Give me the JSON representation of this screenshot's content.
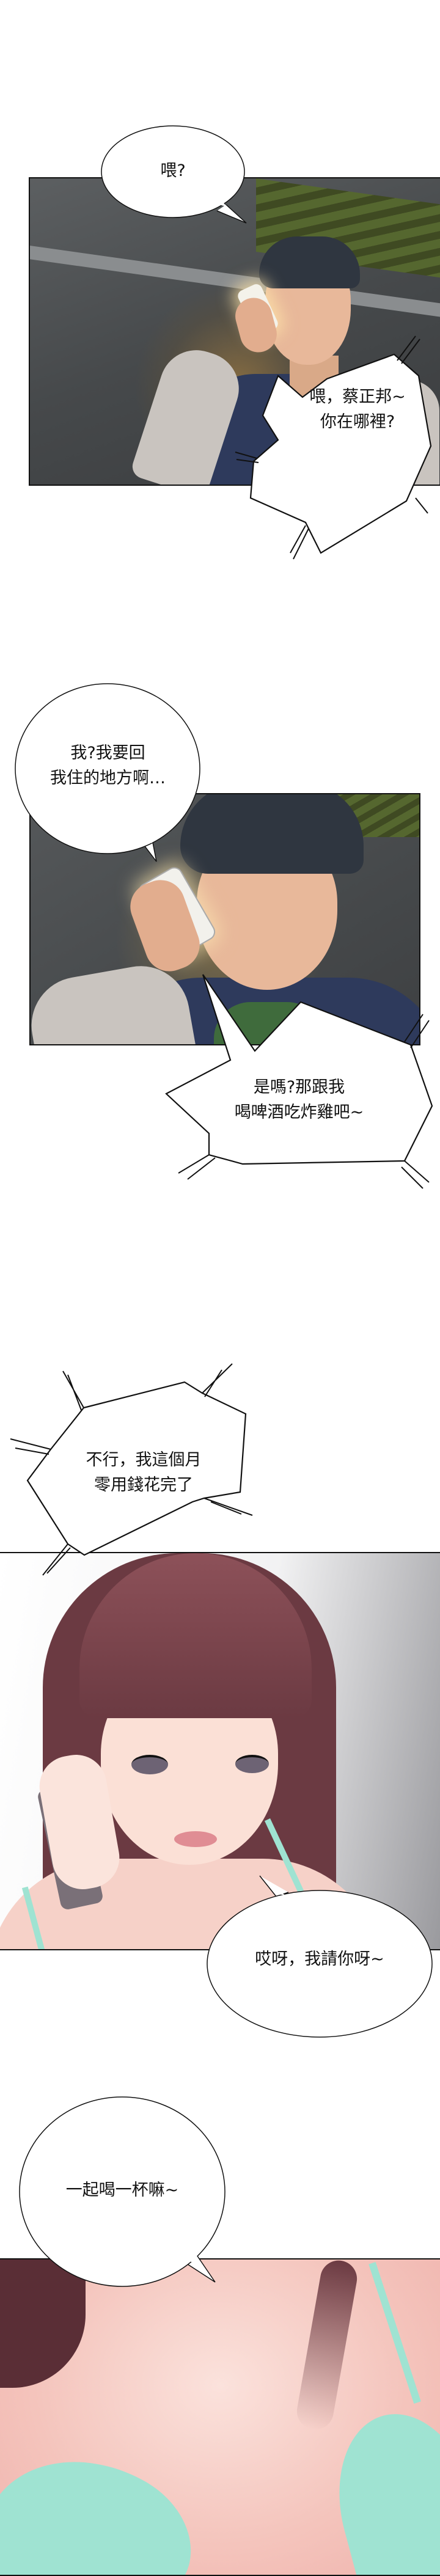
{
  "comic": {
    "panels": [
      {
        "id": 1,
        "scene": "young man in varsity jacket on phone, concrete wall background"
      },
      {
        "id": 2,
        "scene": "close-up of young man on phone, surprised"
      },
      {
        "id": 3,
        "scene": "young woman with long hair smiling on phone"
      },
      {
        "id": 4,
        "scene": "close-up of woman's upper body in teal bra"
      }
    ],
    "bubbles": [
      {
        "id": 1,
        "type": "speech",
        "text": "喂?"
      },
      {
        "id": 2,
        "type": "shout",
        "text": "喂，蔡正邦~\n你在哪裡?"
      },
      {
        "id": 3,
        "type": "speech",
        "text": "我?我要回\n我住的地方啊…"
      },
      {
        "id": 4,
        "type": "shout",
        "text": "是嗎?那跟我\n喝啤酒吃炸雞吧~"
      },
      {
        "id": 5,
        "type": "shout",
        "text": "不行，我這個月\n零用錢花完了"
      },
      {
        "id": 6,
        "type": "speech",
        "text": "哎呀，我請你呀~"
      },
      {
        "id": 7,
        "type": "speech",
        "text": "一起喝一杯嘛~"
      }
    ]
  },
  "colors": {
    "wall": "#4a4d4f",
    "foliage": "#4d5a2a",
    "jacket_navy": "#2e3a5c",
    "jacket_sleeve": "#c9c4bf",
    "shirt_green": "#3f6b3c",
    "skin": "#e8b89a",
    "hair_dark": "#2f3640",
    "hair_brown": "#6b3a42",
    "skin_pink": "#f6c9c4",
    "bra_teal": "#9fe3d2",
    "panel3_bg": "#e6e6e8"
  }
}
